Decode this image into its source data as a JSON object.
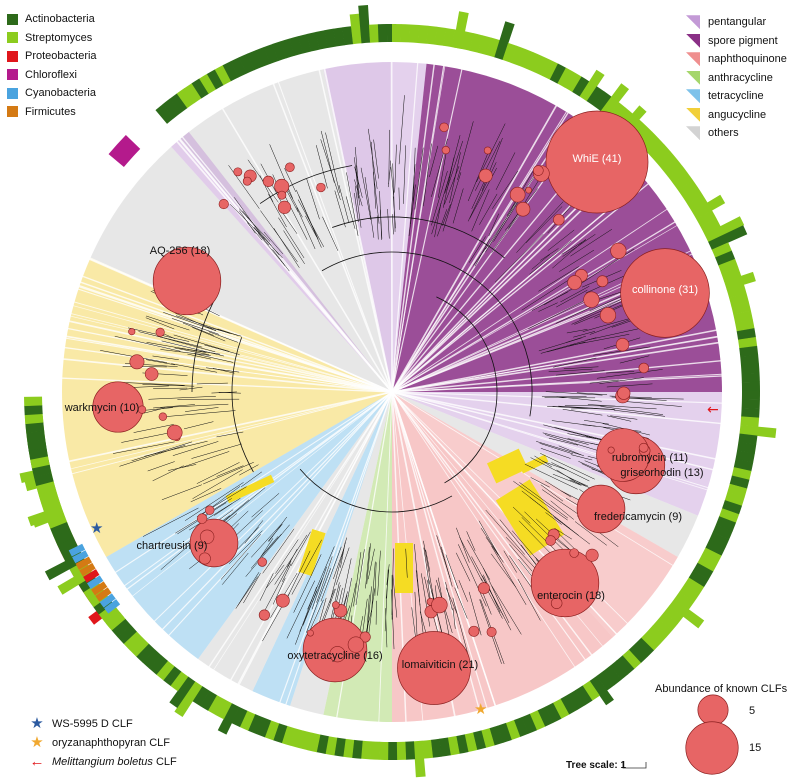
{
  "phylum_legend": [
    {
      "label": "Actinobacteria",
      "color": "#2d6a1a"
    },
    {
      "label": "Streptomyces",
      "color": "#8ccc1e"
    },
    {
      "label": "Proteobacteria",
      "color": "#e0161b"
    },
    {
      "label": "Chloroflexi",
      "color": "#b41a8c"
    },
    {
      "label": "Cyanobacteria",
      "color": "#4aa3df"
    },
    {
      "label": "Firmicutes",
      "color": "#d47a14"
    }
  ],
  "type_legend": [
    {
      "label": "pentangular",
      "color": "#c39ad6"
    },
    {
      "label": "spore pigment",
      "color": "#8a2f86"
    },
    {
      "label": "naphthoquinone",
      "color": "#ef8f8f"
    },
    {
      "label": "anthracycline",
      "color": "#a5d66b"
    },
    {
      "label": "tetracycline",
      "color": "#7ec2ea"
    },
    {
      "label": "angucycline",
      "color": "#f1cf3a"
    },
    {
      "label": "others",
      "color": "#d3d3d3"
    }
  ],
  "clusters": [
    {
      "label": "WhiE (41)",
      "count": 41
    },
    {
      "label": "collinone (31)",
      "count": 31
    },
    {
      "label": "lomaiviticin (21)",
      "count": 21
    },
    {
      "label": "enterocin (18)",
      "count": 18
    },
    {
      "label": "AQ-256 (18)",
      "count": 18
    },
    {
      "label": "oxytetracycline (16)",
      "count": 16
    },
    {
      "label": "griseorhodin (13)",
      "count": 13
    },
    {
      "label": "rubromycin (11)",
      "count": 11
    },
    {
      "label": "warkmycin (10)",
      "count": 10
    },
    {
      "label": "fredericamycin (9)",
      "count": 9
    },
    {
      "label": "chartreusin (9)",
      "count": 9
    }
  ],
  "markers": [
    {
      "label": "WS-5995 D CLF",
      "symbol": "★",
      "color": "#2c5aa0"
    },
    {
      "label": "oryzanaphthopyran CLF",
      "symbol": "★",
      "color": "#f0a830"
    },
    {
      "label_italic": "Melittangium boletus",
      "label_suffix": " CLF",
      "symbol": "←",
      "color": "#e0161b"
    }
  ],
  "abundance": {
    "title": "Abundance of known CLFs",
    "small": "5",
    "large": "15"
  },
  "tree_scale": "Tree scale: 1",
  "colors": {
    "bubble": "#e76565",
    "bubble_stroke": "#8a1f1f",
    "tree_line": "#111111",
    "star_blue": "#2c5aa0",
    "star_orange": "#f0a830"
  }
}
